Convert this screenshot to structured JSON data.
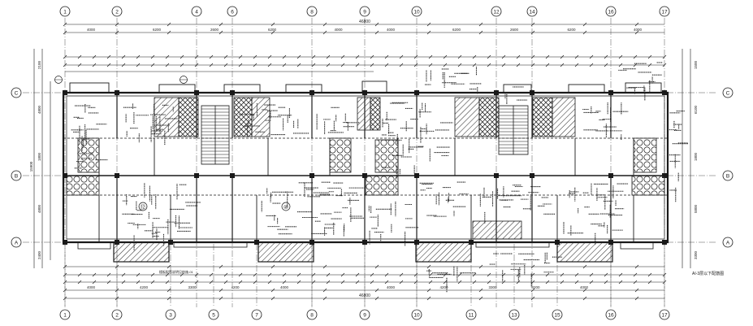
{
  "drawing": {
    "grid_columns": [
      "1",
      "2",
      "4",
      "6",
      "8",
      "9",
      "10",
      "12",
      "14",
      "16",
      "17"
    ],
    "grid_columns_bottom": [
      "1",
      "2",
      "3",
      "5",
      "7",
      "8",
      "9",
      "10",
      "11",
      "13",
      "15",
      "16",
      "17"
    ],
    "grid_rows": [
      "C",
      "B",
      "A"
    ],
    "overall_dimension": "46800",
    "top_spans": [
      "4000",
      "6200",
      "2600",
      "6200",
      "4000",
      "4000",
      "6200",
      "2600",
      "6200",
      "4000"
    ],
    "bottom_spans": [
      "4000",
      "4200",
      "3300",
      "4200",
      "4000",
      "4000",
      "4200",
      "3300",
      "4200",
      "4000"
    ],
    "left_vertical_dims": [
      "2100",
      "4800",
      "1800",
      "4800",
      "2400"
    ],
    "left_total": "15900",
    "right_vertical_dims": [
      "1500",
      "6100",
      "1800",
      "5800",
      "3300"
    ],
    "room_marks": [
      "⑫",
      "⑩"
    ],
    "axis_callout": "5-1",
    "note_right": "AI-3层以下配筋图",
    "note_bottom": "楼板配筋说明见结施-01"
  },
  "colors": {
    "line": "#1a1a1a",
    "hatch": "#3a3a3a",
    "dash": "#555555"
  }
}
